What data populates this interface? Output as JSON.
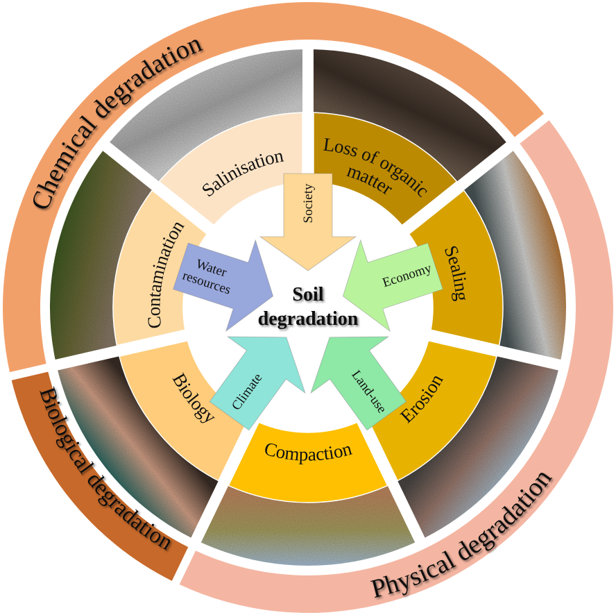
{
  "title": "Soil degradation",
  "center": {
    "line1": "Soil",
    "line2": "degradation"
  },
  "outer_ring": [
    {
      "id": "chemical",
      "label": "Chemical degradation",
      "color": "#F2A06A"
    },
    {
      "id": "physical",
      "label": "Physical degradation",
      "color": "#F4B6A2"
    },
    {
      "id": "biological",
      "label": "Biological degradation",
      "color": "#C7692A"
    }
  ],
  "segments": [
    {
      "id": "loss-of-organic-matter",
      "label_lines": [
        "Loss of organic",
        "matter"
      ],
      "category": "chemical",
      "color": "#BC8A00",
      "photo": "soil-in-hand-photo",
      "photo_colors": [
        "#5a4a3e",
        "#3b2f27",
        "#6b5a4b"
      ]
    },
    {
      "id": "sealing",
      "label_lines": [
        "Sealing"
      ],
      "category": "physical",
      "color": "#D7A200",
      "photo": "building-street-photo",
      "photo_colors": [
        "#b9793a",
        "#d8d8d6",
        "#4a5557"
      ]
    },
    {
      "id": "erosion",
      "label_lines": [
        "Erosion"
      ],
      "category": "physical",
      "color": "#E8B300",
      "photo": "canyon-photo",
      "photo_colors": [
        "#a7b7c4",
        "#9b7a6e",
        "#4a4744"
      ]
    },
    {
      "id": "compaction",
      "label_lines": [
        "Compaction"
      ],
      "category": "physical",
      "color": "#FEC000",
      "photo": "dirt-road-photo",
      "photo_colors": [
        "#a8c0d8",
        "#a8a060",
        "#c08a60"
      ]
    },
    {
      "id": "biology",
      "label_lines": [
        "Biology"
      ],
      "category": "biological",
      "color": "#FECC7A",
      "photo": "earthworms-photo",
      "photo_colors": [
        "#2e6a64",
        "#d8a48a",
        "#3a2e26"
      ]
    },
    {
      "id": "contamination",
      "label_lines": [
        "Contamination"
      ],
      "category": "chemical",
      "color": "#FDDAA2",
      "photo": "waste-dump-photo",
      "photo_colors": [
        "#3f5a22",
        "#6c6a38",
        "#8a7a68"
      ]
    },
    {
      "id": "salinisation",
      "label_lines": [
        "Salinisation"
      ],
      "category": "chemical",
      "color": "#FCE3C6",
      "photo": "cracked-salt-crust-photo",
      "photo_colors": [
        "#c8c8c8",
        "#a9a9a9",
        "#d8d8d8"
      ]
    }
  ],
  "drivers": [
    {
      "id": "society",
      "label_lines": [
        "Society"
      ],
      "color": "#FDD896"
    },
    {
      "id": "economy",
      "label_lines": [
        "Economy"
      ],
      "color": "#B9F49C"
    },
    {
      "id": "land-use",
      "label_lines": [
        "Land-use"
      ],
      "color": "#8EE8A6"
    },
    {
      "id": "climate",
      "label_lines": [
        "Climate"
      ],
      "color": "#8EE4D8"
    },
    {
      "id": "water-resources",
      "label_lines": [
        "Water",
        "resources"
      ],
      "color": "#98A7DC"
    }
  ]
}
